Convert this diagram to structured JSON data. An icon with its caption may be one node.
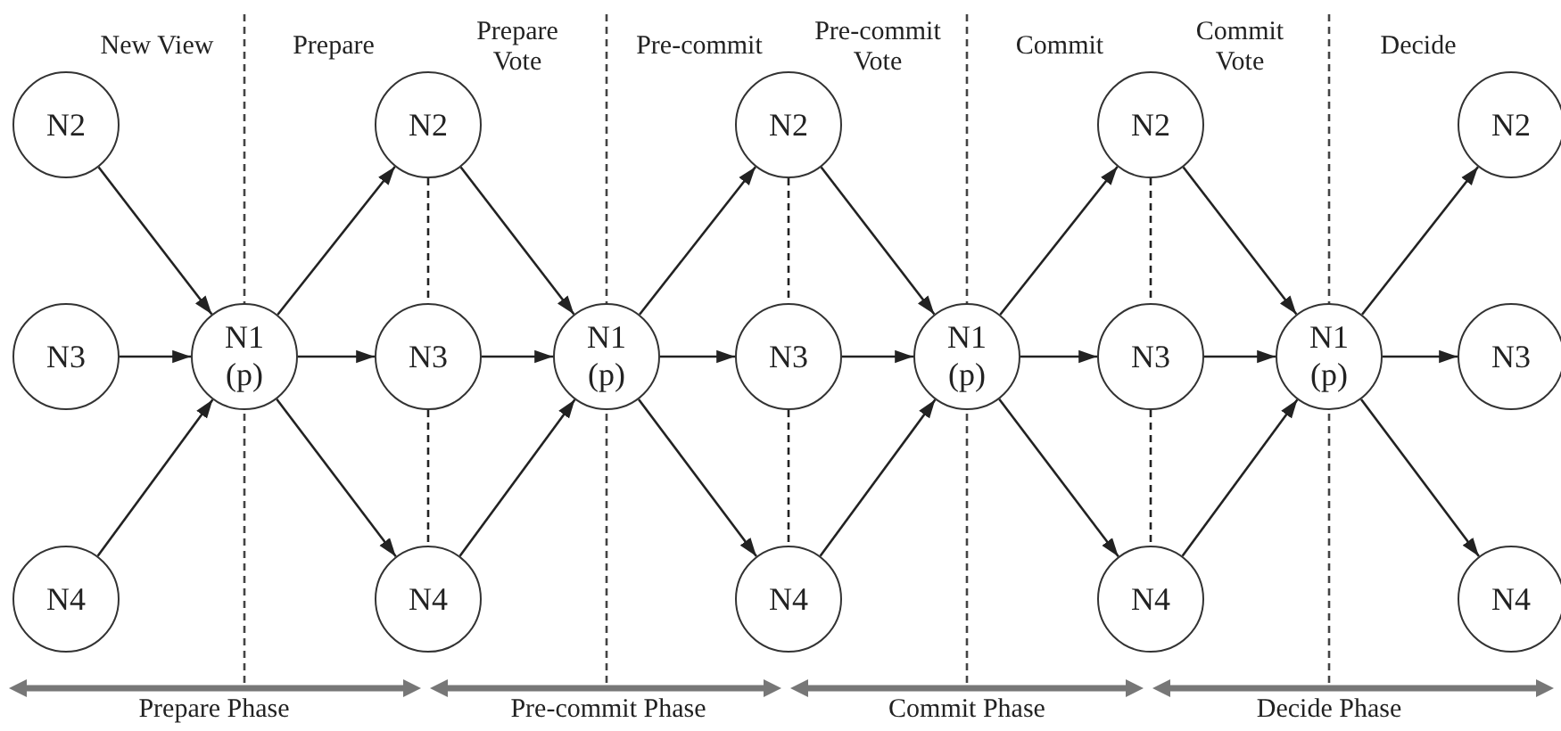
{
  "diagram": {
    "nodes": [
      {
        "text": [
          "N2"
        ]
      },
      {
        "text": [
          "N3"
        ]
      },
      {
        "text": [
          "N4"
        ]
      },
      {
        "text": [
          "N1 (p)"
        ]
      },
      {
        "text": [
          "N2"
        ]
      },
      {
        "text": [
          "N3"
        ]
      },
      {
        "text": [
          "N4"
        ]
      },
      {
        "text": [
          "N1 (p)"
        ]
      },
      {
        "text": [
          "N2"
        ]
      },
      {
        "text": [
          "N3"
        ]
      },
      {
        "text": [
          "N4"
        ]
      },
      {
        "text": [
          "N1 (p)"
        ]
      },
      {
        "text": [
          "N2"
        ]
      },
      {
        "text": [
          "N3"
        ]
      },
      {
        "text": [
          "N4"
        ]
      },
      {
        "text": [
          "N1 (p)"
        ]
      },
      {
        "text": [
          "N2"
        ]
      },
      {
        "text": [
          "N3"
        ]
      },
      {
        "text": [
          "N4"
        ]
      }
    ],
    "edges": [
      {
        "from": 0,
        "to": 3,
        "arrow": "to"
      },
      {
        "from": 1,
        "to": 3,
        "arrow": "to"
      },
      {
        "from": 2,
        "to": 3,
        "arrow": "to"
      },
      {
        "from": 3,
        "to": 4,
        "arrow": "to"
      },
      {
        "from": 3,
        "to": 5,
        "arrow": "to"
      },
      {
        "from": 3,
        "to": 6,
        "arrow": "to"
      },
      {
        "from": 4,
        "to": 5,
        "arrow": "none",
        "style": "dashed"
      },
      {
        "from": 5,
        "to": 6,
        "arrow": "none",
        "style": "dashed"
      },
      {
        "from": 4,
        "to": 7,
        "arrow": "to"
      },
      {
        "from": 5,
        "to": 7,
        "arrow": "to"
      },
      {
        "from": 6,
        "to": 7,
        "arrow": "to"
      },
      {
        "from": 7,
        "to": 8,
        "arrow": "to"
      },
      {
        "from": 7,
        "to": 9,
        "arrow": "to"
      },
      {
        "from": 7,
        "to": 10,
        "arrow": "to"
      },
      {
        "from": 8,
        "to": 9,
        "arrow": "none",
        "style": "dashed"
      },
      {
        "from": 9,
        "to": 10,
        "arrow": "none",
        "style": "dashed"
      },
      {
        "from": 8,
        "to": 11,
        "arrow": "to"
      },
      {
        "from": 9,
        "to": 11,
        "arrow": "to"
      },
      {
        "from": 10,
        "to": 11,
        "arrow": "to"
      },
      {
        "from": 11,
        "to": 12,
        "arrow": "to"
      },
      {
        "from": 11,
        "to": 13,
        "arrow": "to"
      },
      {
        "from": 11,
        "to": 14,
        "arrow": "to"
      },
      {
        "from": 12,
        "to": 13,
        "arrow": "none",
        "style": "dashed"
      },
      {
        "from": 13,
        "to": 14,
        "arrow": "none",
        "style": "dashed"
      },
      {
        "from": 12,
        "to": 15,
        "arrow": "to"
      },
      {
        "from": 13,
        "to": 15,
        "arrow": "to"
      },
      {
        "from": 14,
        "to": 15,
        "arrow": "to"
      },
      {
        "from": 15,
        "to": 16,
        "arrow": "to"
      },
      {
        "from": 15,
        "to": 17,
        "arrow": "to"
      },
      {
        "from": 15,
        "to": 18,
        "arrow": "to"
      }
    ],
    "labels": [
      "New View",
      "Prepare",
      "Prepare Vote",
      "Pre-commit",
      "Pre-commit Vote",
      "Commit",
      "Commit Vote",
      "Decide",
      "Prepare Phase",
      "Pre-commit Phase",
      "Commit Phase",
      "Decide Phase"
    ]
  }
}
